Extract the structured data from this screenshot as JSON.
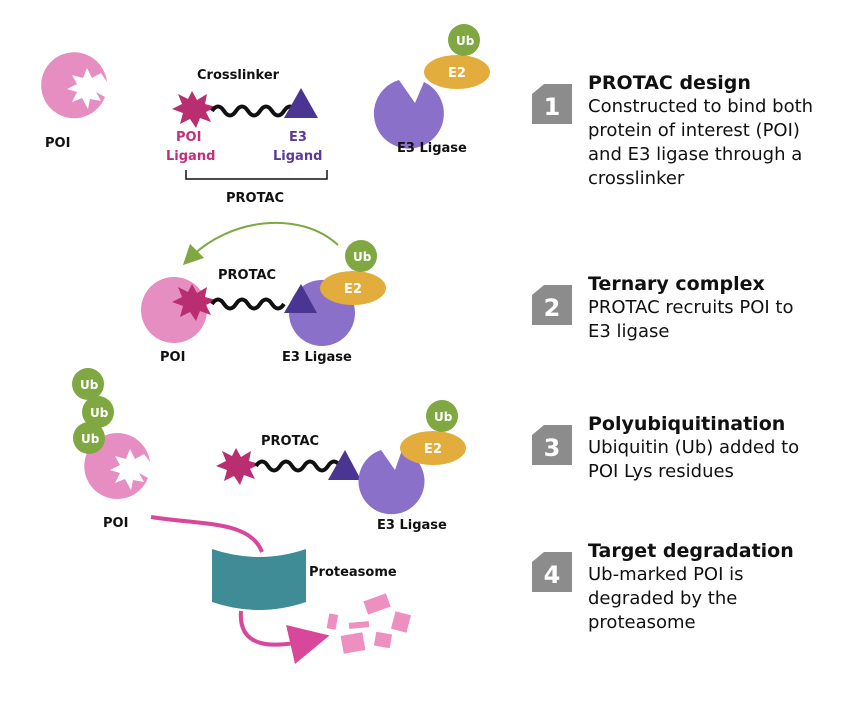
{
  "panel1": {
    "poi_label": "POI",
    "crosslinker_label": "Crosslinker",
    "poi_ligand_label": [
      "POI",
      "Ligand"
    ],
    "e3_ligand_label": [
      "E3",
      "Ligand"
    ],
    "protac_label": "PROTAC",
    "e3_ligase_label": "E3 Ligase",
    "ub_label": "Ub",
    "e2_label": "E2"
  },
  "panel2": {
    "protac_label": "PROTAC",
    "poi_label": "POI",
    "e3_ligase_label": "E3 Ligase",
    "ub_label": "Ub",
    "e2_label": "E2"
  },
  "panel3": {
    "ub_labels": [
      "Ub",
      "Ub",
      "Ub"
    ],
    "poi_label": "POI",
    "protac_label": "PROTAC",
    "e3_ligase_label": "E3 Ligase",
    "ub_label": "Ub",
    "e2_label": "E2",
    "proteasome_label": "Proteasome"
  },
  "steps": [
    {
      "number": "1",
      "title": "PROTAC design",
      "desc": "Constructed to bind both\nprotein of interest (POI)\nand E3 ligase through a\ncrosslinker"
    },
    {
      "number": "2",
      "title": "Ternary complex",
      "desc": "PROTAC recruits POI to\nE3 ligase"
    },
    {
      "number": "3",
      "title": "Polyubiquitination",
      "desc": "Ubiquitin (Ub) added to\nPOI Lys residues"
    },
    {
      "number": "4",
      "title": "Target degradation",
      "desc": "Ub-marked POI is\ndegraded by the\nproteasome"
    }
  ],
  "colors": {
    "poi": "#e68ec2",
    "poi_ligand": "#b82e70",
    "e3_ligase": "#8b70c9",
    "e3_ligand": "#4b3592",
    "e2": "#e2ad3c",
    "ub": "#7fa843",
    "proteasome": "#3f8b96",
    "arrow_pink": "#d9479a",
    "fragment": "#ed8fbf",
    "badge": "#8c8c8c"
  }
}
